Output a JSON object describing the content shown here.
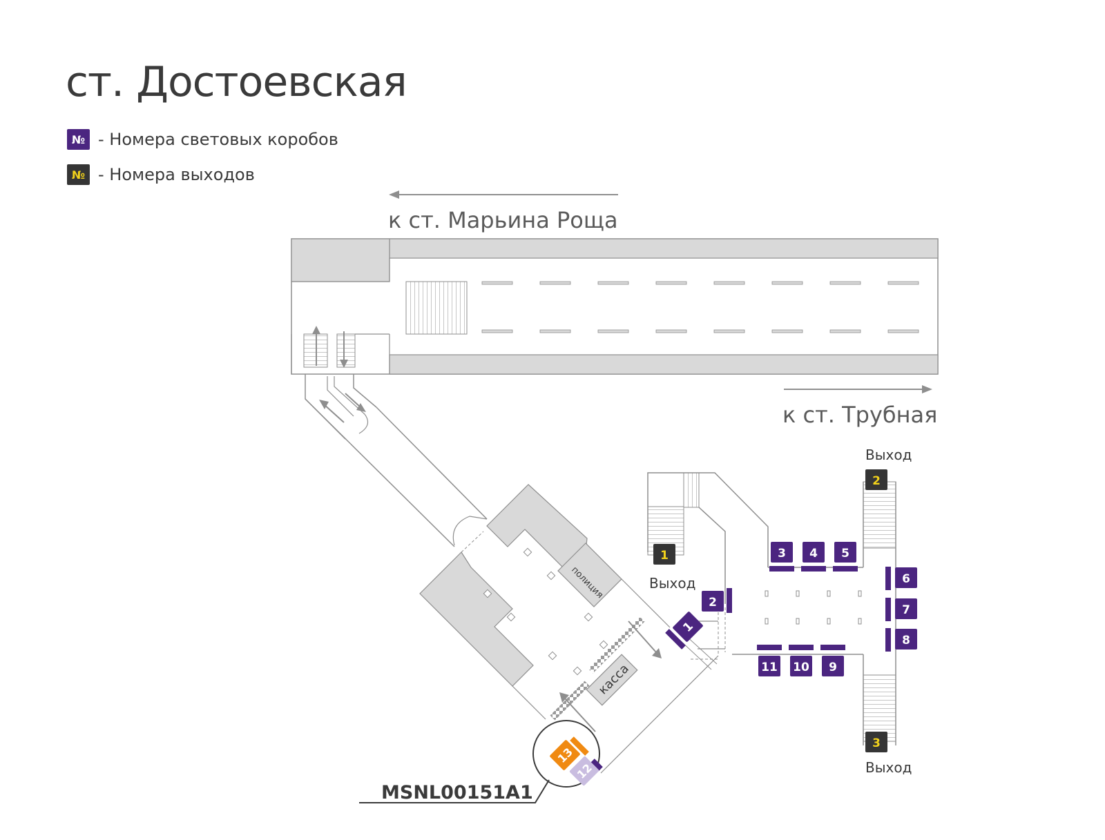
{
  "title": "ст. Достоевская",
  "legend": {
    "lightbox_symbol": "№",
    "lightbox_label": "- Номера световых коробов",
    "exit_symbol": "№",
    "exit_label": "- Номера выходов"
  },
  "directions": {
    "west": "к ст. Марьина Роща",
    "east": "к ст. Трубная"
  },
  "rooms": {
    "police": "полиция",
    "ticket_office": "касса"
  },
  "exits": [
    {
      "number": "1",
      "label": "Выход"
    },
    {
      "number": "2",
      "label": "Выход"
    },
    {
      "number": "3",
      "label": "Выход"
    }
  ],
  "lightboxes": [
    "1",
    "2",
    "3",
    "4",
    "5",
    "6",
    "7",
    "8",
    "9",
    "10",
    "11",
    "12",
    "13"
  ],
  "highlight_code": "MSNL00151A1",
  "colors": {
    "lightbox": "#4b2580",
    "exit_badge": "#353535",
    "exit_number": "#f2d21b",
    "highlight": "#f08a12",
    "highlight_secondary": "#c9bde0",
    "structure": "#d9d9d9",
    "line": "#8e8e8e"
  }
}
